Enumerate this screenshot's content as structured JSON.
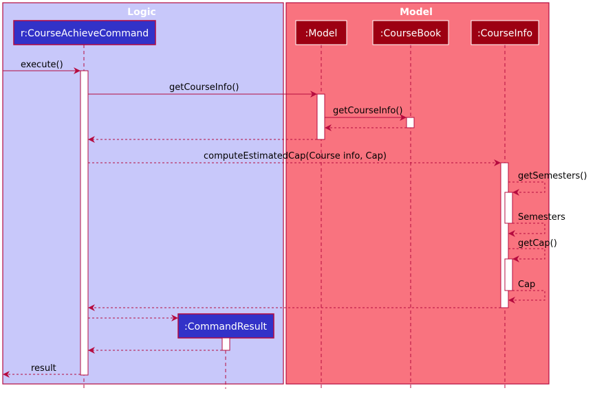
{
  "groups": {
    "logic": {
      "title": "Logic",
      "fill": "#c8c8fa",
      "stroke": "#b50b3f"
    },
    "model": {
      "title": "Model",
      "fill": "#f9737f",
      "stroke": "#b50b3f"
    }
  },
  "participants": {
    "course_achieve_command": {
      "label": "r:CourseAchieveCommand",
      "fill": "#3232c8",
      "stroke": "#b50b3f"
    },
    "model": {
      "label": ":Model",
      "fill": "#9d0012",
      "stroke": "#ffffff"
    },
    "course_book": {
      "label": ":CourseBook",
      "fill": "#9d0012",
      "stroke": "#ffffff"
    },
    "course_info": {
      "label": ":CourseInfo",
      "fill": "#9d0012",
      "stroke": "#ffffff"
    },
    "command_result": {
      "label": ":CommandResult",
      "fill": "#3232c8",
      "stroke": "#b50b3f"
    }
  },
  "messages": {
    "execute": "execute()",
    "get_course_info_model": "getCourseInfo()",
    "get_course_info_book": "getCourseInfo()",
    "compute_estimated_cap": "computeEstimatedCap(Course info, Cap)",
    "get_semesters": "getSemesters()",
    "semesters": "Semesters",
    "get_cap": "getCap()",
    "cap": "Cap",
    "result": "result"
  },
  "colors": {
    "arrow": "#b50b3f",
    "lifeline": "#b50b3f",
    "activation_fill": "#ffffff",
    "activation_stroke": "#b50b3f"
  }
}
